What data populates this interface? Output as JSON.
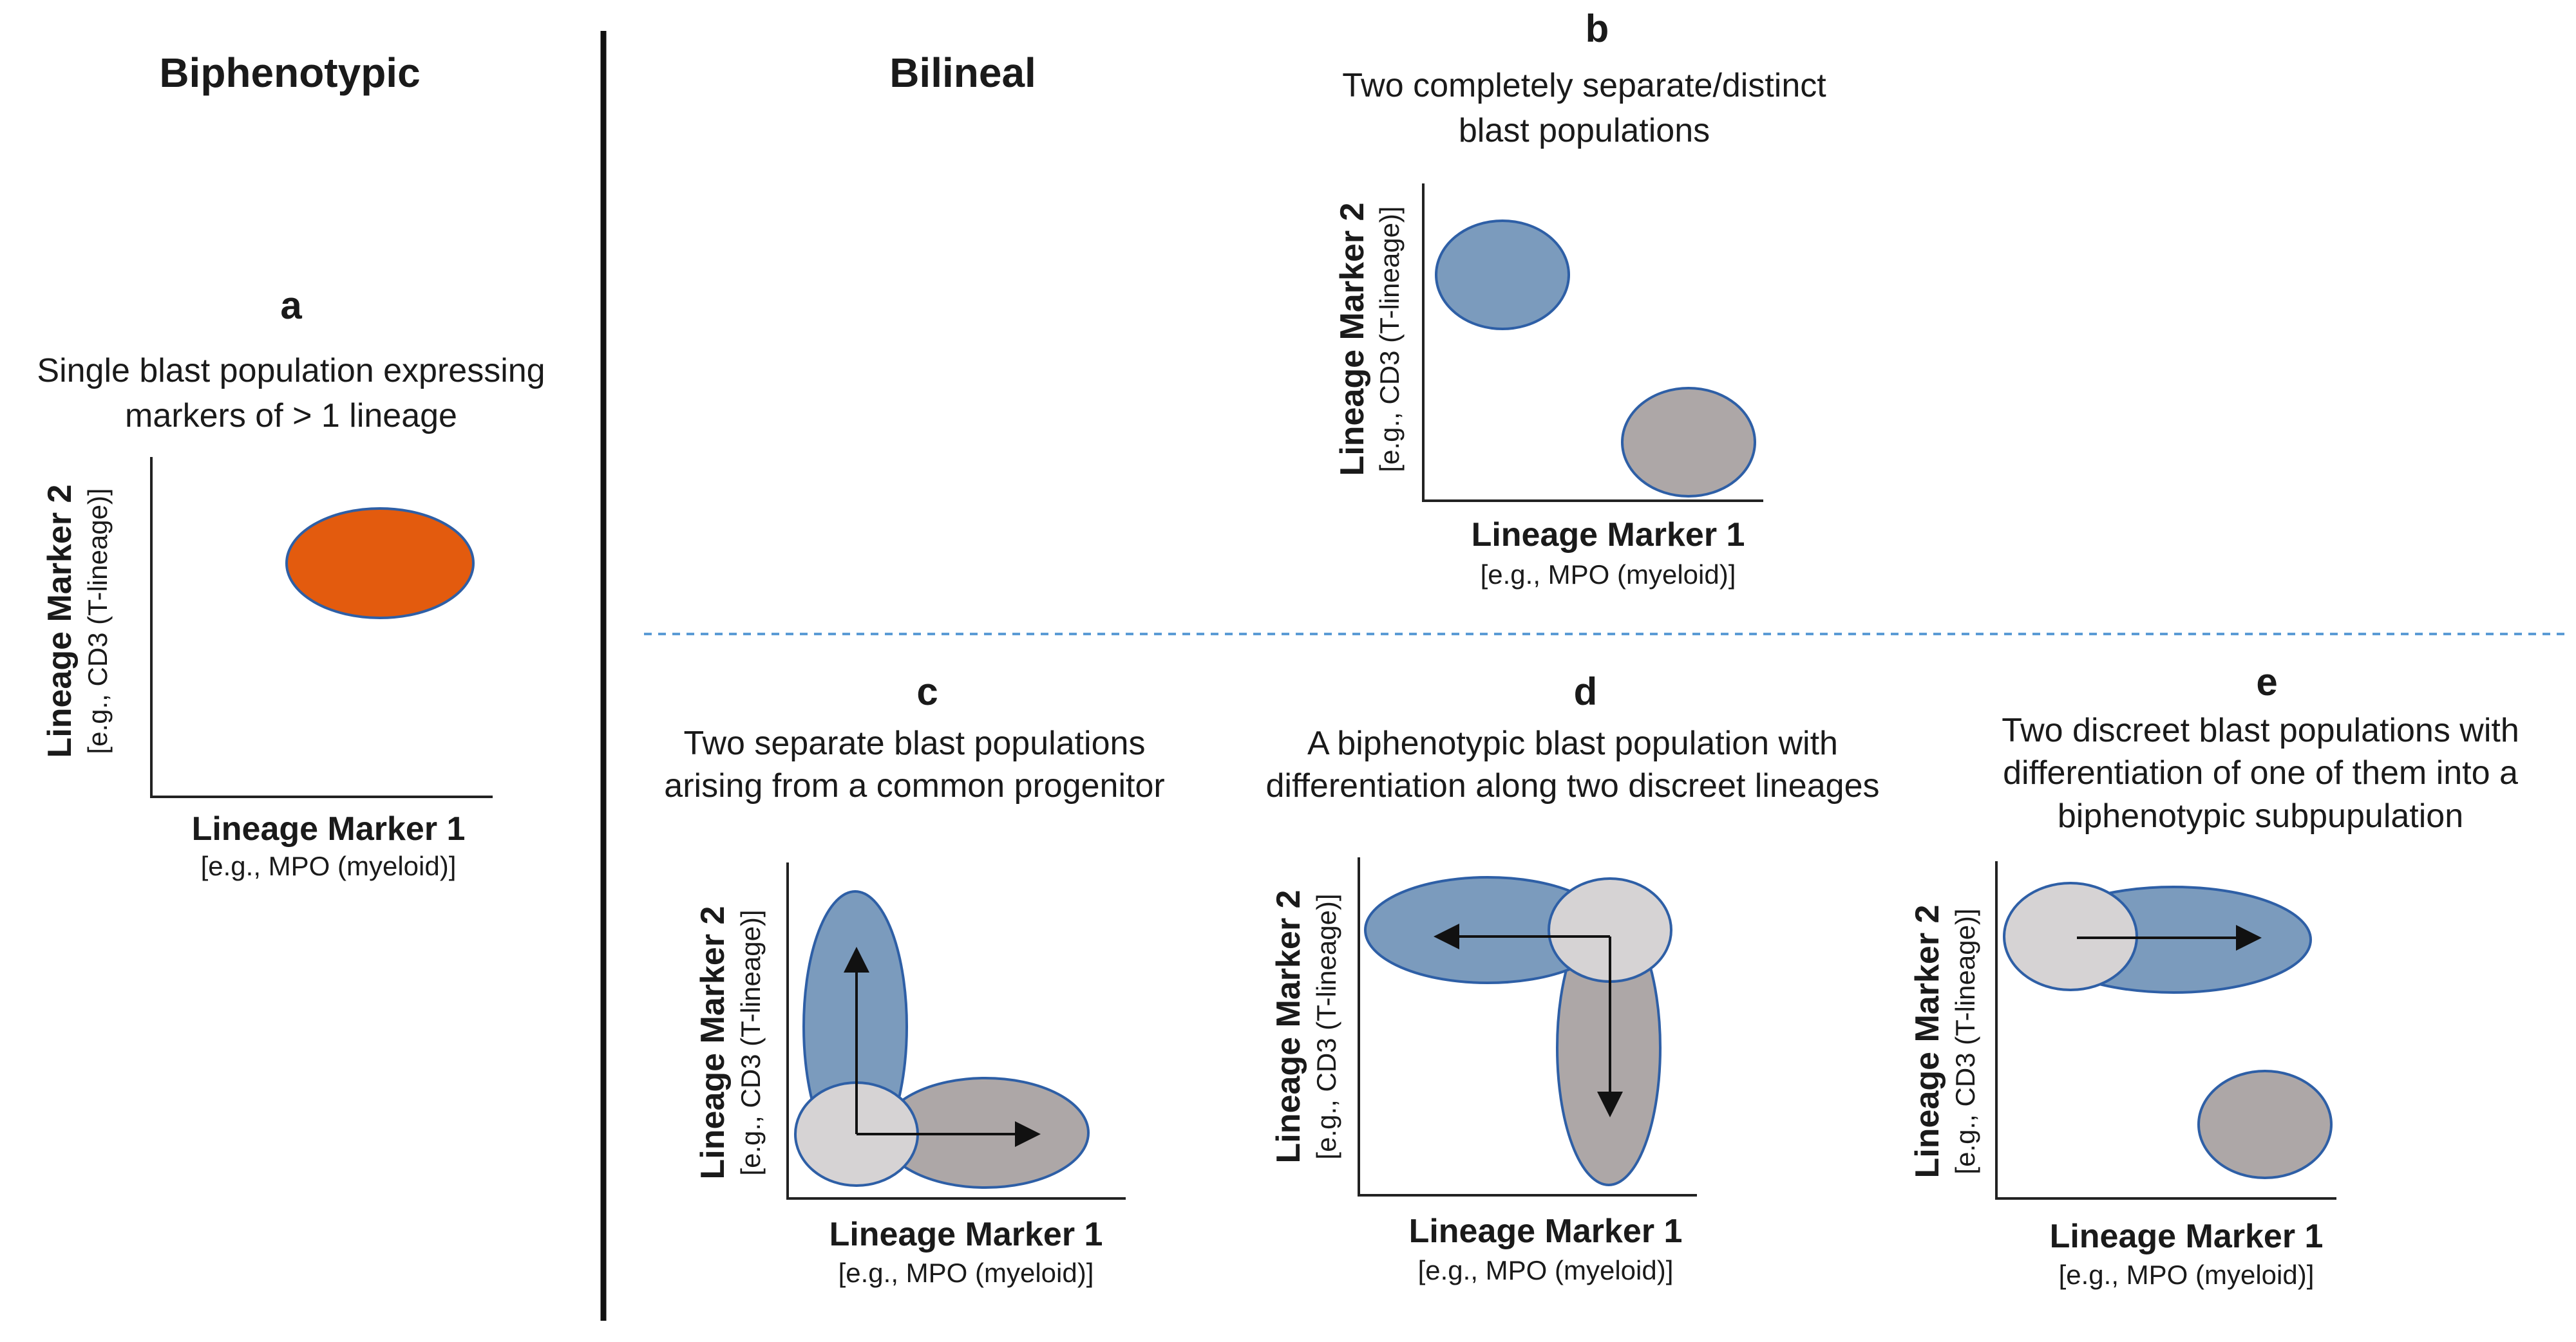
{
  "headings": {
    "left": "Biphenotypic",
    "right": "Bilineal"
  },
  "panels": {
    "a": {
      "letter": "a",
      "desc": [
        "Single blast population expressing",
        "markers of > 1 lineage"
      ]
    },
    "b": {
      "letter": "b",
      "desc": [
        "Two completely separate/distinct",
        "blast populations"
      ]
    },
    "c": {
      "letter": "c",
      "desc": [
        "Two separate blast populations",
        "arising from a common progenitor"
      ]
    },
    "d": {
      "letter": "d",
      "desc": [
        "A biphenotypic blast population with",
        "differentiation along two discreet lineages"
      ]
    },
    "e": {
      "letter": "e",
      "desc": [
        "Two discreet blast populations with",
        "differentiation of one of them into a",
        "biphenotypic subpupulation"
      ]
    }
  },
  "axis": {
    "x_title": "Lineage Marker 1",
    "x_sub": "[e.g., MPO (myeloid)]",
    "y_title": "Lineage Marker 2",
    "y_sub": "[e.g., CD3 (T-lineage)]"
  },
  "colors": {
    "orange": "#e35b0e",
    "blue": "#7b9bbd",
    "gray": "#ada7a7",
    "light_gray": "#d6d3d4",
    "outline": "#2e5fa6",
    "divider": "#5b9bd5"
  }
}
